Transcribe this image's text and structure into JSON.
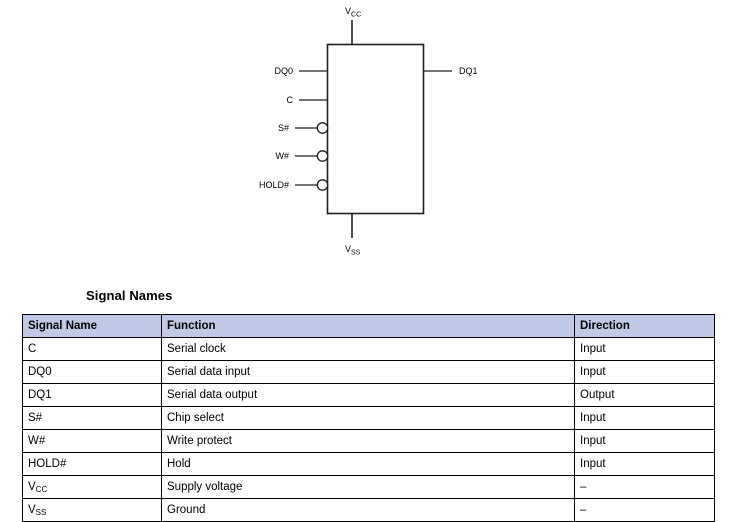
{
  "diagram": {
    "name": "logic-diagram",
    "top_pin": {
      "label": "V",
      "sub": "CC"
    },
    "bottom_pin": {
      "label": "V",
      "sub": "SS"
    },
    "left_pins": [
      {
        "label": "DQ0",
        "active_low": false
      },
      {
        "label": "C",
        "active_low": false
      },
      {
        "label": "S#",
        "active_low": true
      },
      {
        "label": "W#",
        "active_low": true
      },
      {
        "label": "HOLD#",
        "active_low": true
      }
    ],
    "right_pins": [
      {
        "label": "DQ1",
        "active_low": false
      }
    ],
    "colors": {
      "line": "#231f20",
      "fill": "#ffffff"
    }
  },
  "section": {
    "heading": "Signal Names"
  },
  "table": {
    "headers": [
      "Signal Name",
      "Function",
      "Direction"
    ],
    "header_bg": "#c2c9e6",
    "rows": [
      {
        "signal": "C",
        "signal_sub": "",
        "function": "Serial clock",
        "direction": "Input"
      },
      {
        "signal": "DQ0",
        "signal_sub": "",
        "function": "Serial data input",
        "direction": "Input"
      },
      {
        "signal": "DQ1",
        "signal_sub": "",
        "function": "Serial data output",
        "direction": "Output"
      },
      {
        "signal": "S#",
        "signal_sub": "",
        "function": "Chip select",
        "direction": "Input"
      },
      {
        "signal": "W#",
        "signal_sub": "",
        "function": "Write protect",
        "direction": "Input"
      },
      {
        "signal": "HOLD#",
        "signal_sub": "",
        "function": "Hold",
        "direction": "Input"
      },
      {
        "signal": "V",
        "signal_sub": "CC",
        "function": "Supply voltage",
        "direction": "–"
      },
      {
        "signal": "V",
        "signal_sub": "SS",
        "function": "Ground",
        "direction": "–"
      }
    ]
  }
}
